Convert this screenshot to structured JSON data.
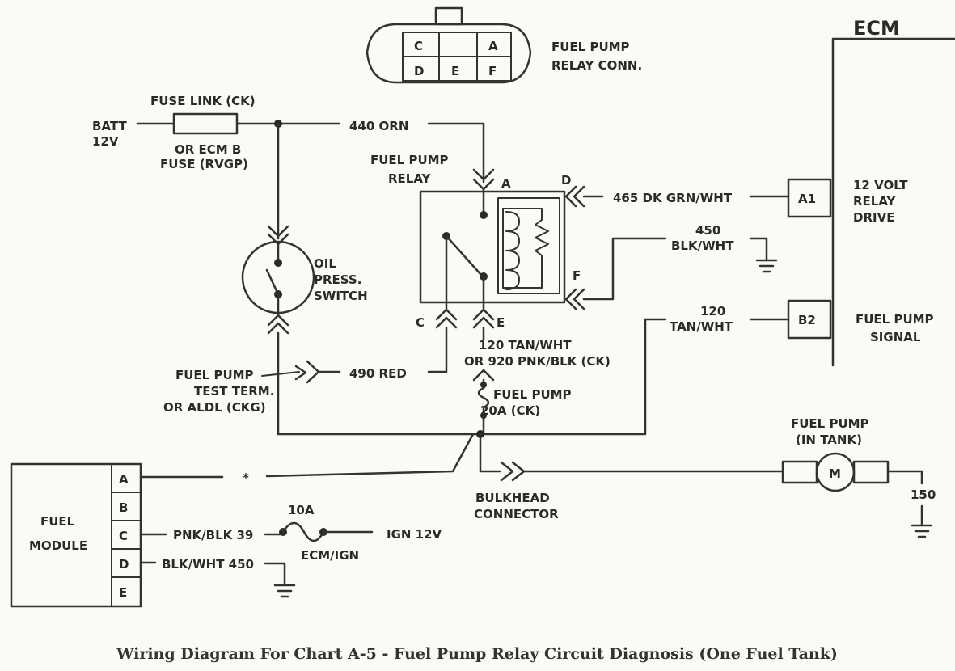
{
  "caption": "Wiring Diagram For Chart A-5 - Fuel Pump Relay Circuit Diagnosis (One Fuel Tank)",
  "relay_connector": {
    "label_line1": "FUEL PUMP",
    "label_line2": "RELAY CONN.",
    "pins": [
      "C",
      "A",
      "D",
      "E",
      "F"
    ]
  },
  "power": {
    "batt_line1": "BATT",
    "batt_line2": "12V",
    "fuse_link": "FUSE LINK (CK)",
    "fuse_alt_line1": "OR ECM B",
    "fuse_alt_line2": "FUSE (RVGP)",
    "wire_440": "440  ORN"
  },
  "relay": {
    "label_line1": "FUEL PUMP",
    "label_line2": "RELAY",
    "pin_a": "A",
    "pin_c": "C",
    "pin_d": "D",
    "pin_e": "E",
    "pin_f": "F"
  },
  "ecm": {
    "title": "ECM",
    "pin_a1": "A1",
    "pin_b2": "B2",
    "a1_label_line1": "12 VOLT",
    "a1_label_line2": "RELAY",
    "a1_label_line3": "DRIVE",
    "b2_label_line1": "FUEL PUMP",
    "b2_label_line2": "SIGNAL"
  },
  "wires": {
    "w465": "465  DK GRN/WHT",
    "w450_line1": "450",
    "w450_line2": "BLK/WHT",
    "w120_line1": "120",
    "w120_line2": "TAN/WHT",
    "w120_920_line1": "120  TAN/WHT",
    "w120_920_line2": "OR 920  PNK/BLK (CK)",
    "w490": "490  RED"
  },
  "oil_switch": {
    "line1": "OIL",
    "line2": "PRESS.",
    "line3": "SWITCH"
  },
  "test_terminal": {
    "line1": "FUEL PUMP",
    "line2": "TEST TERM.",
    "line3": "OR ALDL (CKG)"
  },
  "fuse_20a": {
    "line1": "FUEL PUMP",
    "line2": "20A (CK)"
  },
  "pump": {
    "line1": "FUEL PUMP",
    "line2": "(IN TANK)",
    "motor": "M",
    "ground_wire": "150"
  },
  "bulkhead": {
    "line1": "BULKHEAD",
    "line2": "CONNECTOR"
  },
  "fuel_module": {
    "line1": "FUEL",
    "line2": "MODULE",
    "pins": [
      "A",
      "B",
      "C",
      "D",
      "E"
    ],
    "asterisk": "*",
    "wire_c": "PNK/BLK  39",
    "wire_d": "BLK/WHT  450",
    "fuse_10a": "10A",
    "fuse_10a_label": "ECM/IGN",
    "ign": "IGN 12V"
  }
}
